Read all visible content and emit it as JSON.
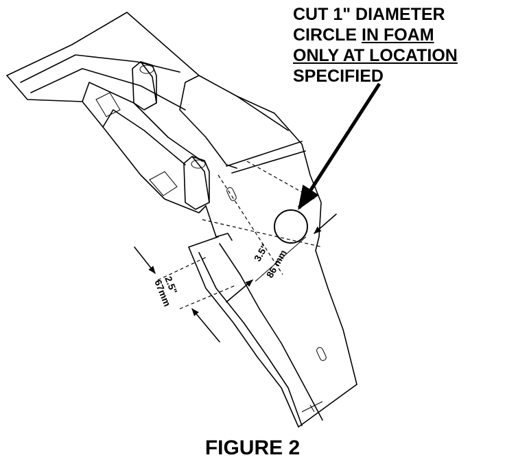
{
  "callout": {
    "line1": "CUT 1\" DIAMETER",
    "line2_pre": "CIRCLE ",
    "line2_underlined": "IN FOAM",
    "line3": "ONLY AT LOCATION",
    "line4": "SPECIFIED"
  },
  "dimensions": {
    "left_in": "2.5\"",
    "left_mm": "67mm",
    "right_in": "3.5\"",
    "right_mm": "86 mm"
  },
  "caption": "FIGURE 2"
}
